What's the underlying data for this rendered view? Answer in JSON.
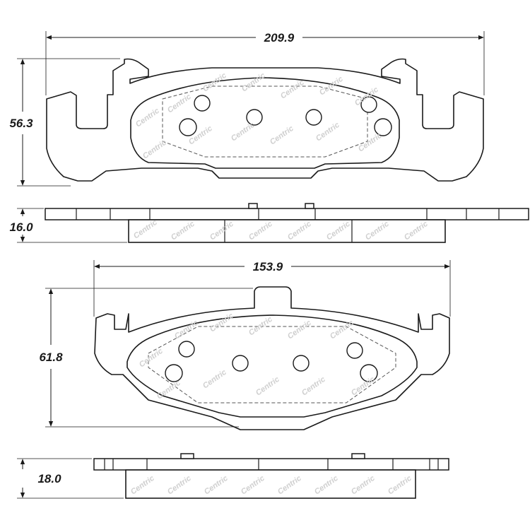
{
  "dimensions": {
    "top_width": "209.9",
    "top_height": "56.3",
    "top_thickness": "16.0",
    "bottom_width": "153.9",
    "bottom_height": "61.8",
    "bottom_thickness": "18.0"
  },
  "watermark": {
    "text": "Centric"
  },
  "colors": {
    "line": "#1a1a1a",
    "watermark": "#cfcfcf",
    "background": "#ffffff"
  }
}
